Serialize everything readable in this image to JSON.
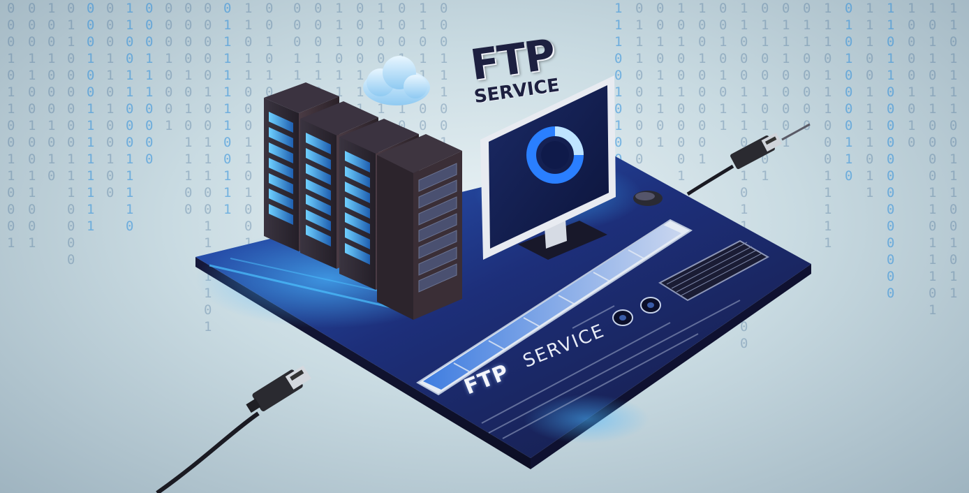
{
  "title": {
    "line1": "FTP",
    "line2": "SERVICE"
  },
  "platform_text": {
    "word1": "FTP",
    "word2": "SERVICE"
  },
  "colors": {
    "background": "#c9dbe2",
    "platform": "#1c1f4a",
    "glow": "#2a9bff",
    "server": "#2b2730",
    "screen": "#0f1a4a",
    "monitor_frame": "#e6e9ef"
  },
  "icons": [
    "server-rack-icon",
    "monitor-icon",
    "cloud-icon",
    "ethernet-plug-icon",
    "keyboard-icon",
    "mouse-icon",
    "donut-chart-icon",
    "binary-rain"
  ]
}
